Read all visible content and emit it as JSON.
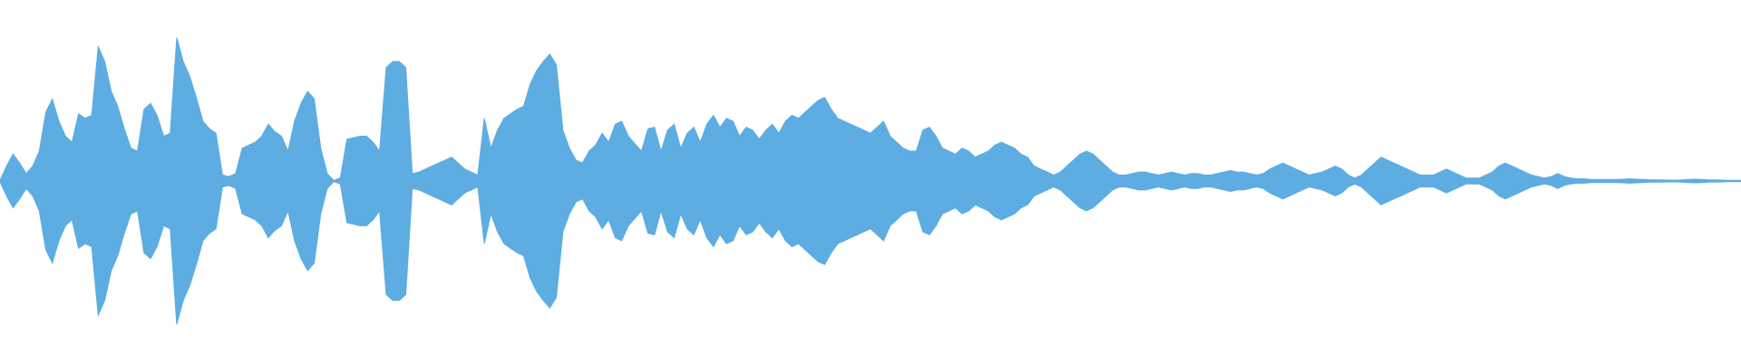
{
  "waveform": {
    "color": "#5DADE2",
    "amplitudes": [
      0.0,
      0.1,
      0.18,
      0.12,
      0.05,
      0.1,
      0.2,
      0.46,
      0.55,
      0.4,
      0.3,
      0.26,
      0.45,
      0.42,
      0.44,
      0.9,
      0.8,
      0.6,
      0.5,
      0.35,
      0.22,
      0.2,
      0.48,
      0.52,
      0.44,
      0.3,
      0.32,
      0.96,
      0.8,
      0.7,
      0.56,
      0.4,
      0.35,
      0.32,
      0.04,
      0.03,
      0.05,
      0.22,
      0.24,
      0.26,
      0.3,
      0.38,
      0.33,
      0.3,
      0.2,
      0.4,
      0.52,
      0.6,
      0.55,
      0.22,
      0.05,
      0.0,
      0.02,
      0.28,
      0.29,
      0.3,
      0.3,
      0.26,
      0.2,
      0.76,
      0.8,
      0.8,
      0.76,
      0.05,
      0.06,
      0.08,
      0.1,
      0.12,
      0.14,
      0.16,
      0.12,
      0.08,
      0.06,
      0.04,
      0.42,
      0.22,
      0.34,
      0.42,
      0.45,
      0.48,
      0.5,
      0.65,
      0.74,
      0.8,
      0.85,
      0.78,
      0.34,
      0.22,
      0.14,
      0.12,
      0.2,
      0.24,
      0.32,
      0.26,
      0.38,
      0.4,
      0.3,
      0.25,
      0.2,
      0.35,
      0.36,
      0.2,
      0.34,
      0.38,
      0.22,
      0.32,
      0.36,
      0.26,
      0.38,
      0.44,
      0.36,
      0.42,
      0.4,
      0.3,
      0.36,
      0.34,
      0.28,
      0.34,
      0.38,
      0.32,
      0.4,
      0.44,
      0.42,
      0.46,
      0.5,
      0.54,
      0.56,
      0.48,
      0.42,
      0.4,
      0.38,
      0.36,
      0.34,
      0.32,
      0.36,
      0.4,
      0.3,
      0.26,
      0.22,
      0.2,
      0.2,
      0.34,
      0.36,
      0.3,
      0.22,
      0.2,
      0.18,
      0.22,
      0.2,
      0.16,
      0.18,
      0.2,
      0.24,
      0.26,
      0.24,
      0.22,
      0.18,
      0.16,
      0.1,
      0.08,
      0.06,
      0.04,
      0.06,
      0.1,
      0.14,
      0.18,
      0.2,
      0.18,
      0.14,
      0.1,
      0.06,
      0.04,
      0.04,
      0.05,
      0.06,
      0.06,
      0.05,
      0.04,
      0.05,
      0.06,
      0.05,
      0.04,
      0.05,
      0.05,
      0.04,
      0.04,
      0.05,
      0.06,
      0.07,
      0.06,
      0.06,
      0.05,
      0.04,
      0.05,
      0.08,
      0.1,
      0.12,
      0.1,
      0.08,
      0.06,
      0.04,
      0.05,
      0.06,
      0.08,
      0.1,
      0.08,
      0.04,
      0.02,
      0.04,
      0.08,
      0.12,
      0.16,
      0.14,
      0.12,
      0.1,
      0.08,
      0.06,
      0.04,
      0.04,
      0.04,
      0.06,
      0.08,
      0.06,
      0.04,
      0.02,
      0.02,
      0.02,
      0.04,
      0.06,
      0.1,
      0.12,
      0.1,
      0.08,
      0.06,
      0.04,
      0.03,
      0.02,
      0.03,
      0.05,
      0.03,
      0.02,
      0.015,
      0.015,
      0.01,
      0.01,
      0.01,
      0.01,
      0.01,
      0.012,
      0.015,
      0.012,
      0.01,
      0.008,
      0.008,
      0.008,
      0.006,
      0.006,
      0.008,
      0.01,
      0.012,
      0.01,
      0.008,
      0.008,
      0.006,
      0.004,
      0.004,
      0.004
    ]
  }
}
